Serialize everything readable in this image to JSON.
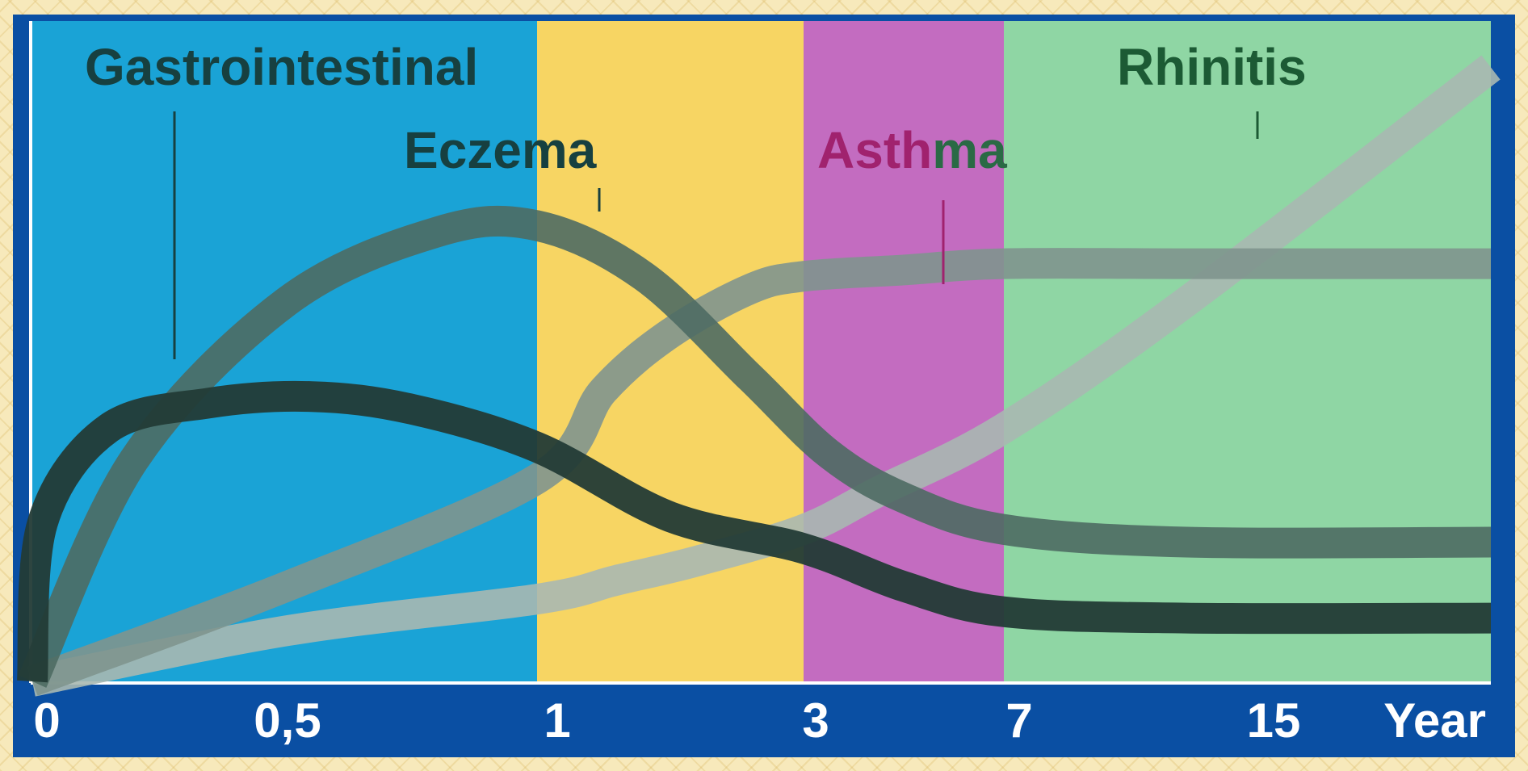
{
  "chart_data": {
    "type": "line",
    "title": "",
    "xlabel": "Year",
    "ylabel": "",
    "x_ticks": [
      "0",
      "0,5",
      "1",
      "3",
      "7",
      "15"
    ],
    "x_positions": [
      0,
      0.5,
      1,
      3,
      7,
      15
    ],
    "xlim": [
      0,
      15
    ],
    "ylim": [
      0,
      100
    ],
    "bands": [
      {
        "from": "0",
        "to": "1",
        "color": "#1aa3d6"
      },
      {
        "from": "1",
        "to": "3",
        "color": "#f7d563"
      },
      {
        "from": "3",
        "to": "7",
        "color": "#c36cc0"
      },
      {
        "from": "7",
        "to": "15",
        "color": "#8fd6a4"
      }
    ],
    "labels": [
      {
        "text": "Gastrointestinal",
        "color": "#174040"
      },
      {
        "text": "Eczema",
        "color": "#174040"
      },
      {
        "text": "Asthma",
        "color": "#a0226e",
        "suffix_color": "#2a6a45"
      },
      {
        "text": "Rhinitis",
        "color": "#1c5a34"
      }
    ],
    "series": [
      {
        "color": "#233b36",
        "x": [
          0,
          0.02,
          0.15,
          0.35,
          0.55,
          0.75,
          1,
          2,
          3,
          5,
          7,
          10,
          15
        ],
        "values": [
          0,
          25,
          40,
          44,
          45,
          43,
          37,
          26,
          21,
          15,
          11,
          10,
          10
        ]
      },
      {
        "color": "#4e6c63",
        "x": [
          0,
          0.2,
          0.5,
          0.8,
          1,
          1.8,
          2.6,
          3.5,
          5,
          7,
          10,
          15
        ],
        "values": [
          0,
          35,
          60,
          71,
          72,
          64,
          48,
          36,
          29,
          24,
          22,
          22
        ]
      },
      {
        "color": "#7f958e",
        "x": [
          0,
          0.5,
          1,
          1.5,
          2,
          2.6,
          3,
          5,
          7,
          10,
          15
        ],
        "values": [
          0,
          15,
          32,
          46,
          55,
          62,
          64,
          65,
          66,
          66,
          66
        ]
      },
      {
        "color": "#a8b8b1",
        "x": [
          0,
          0.5,
          1,
          1.6,
          2.2,
          3,
          4.5,
          7,
          10,
          15
        ],
        "values": [
          0,
          8,
          13,
          16,
          19,
          24,
          30,
          40,
          60,
          97
        ]
      }
    ]
  }
}
